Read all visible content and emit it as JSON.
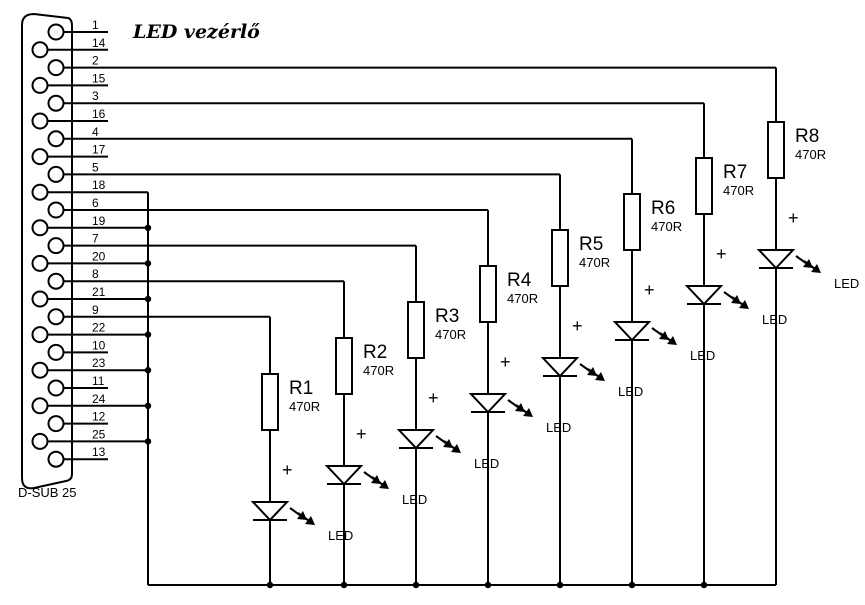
{
  "title": "LED vezérlő",
  "connector": {
    "label": "D-SUB 25",
    "pins": [
      "1",
      "14",
      "2",
      "15",
      "3",
      "16",
      "4",
      "17",
      "5",
      "18",
      "6",
      "19",
      "7",
      "20",
      "8",
      "21",
      "9",
      "22",
      "10",
      "23",
      "11",
      "24",
      "12",
      "25",
      "13"
    ],
    "data_pins": [
      "2",
      "3",
      "4",
      "5",
      "6",
      "7",
      "8",
      "9"
    ],
    "ground_pins": [
      "18",
      "19",
      "20",
      "21",
      "22",
      "23",
      "24",
      "25"
    ]
  },
  "channels": [
    {
      "resistor": "R1",
      "value": "470R",
      "polarity": "+",
      "led": "LED"
    },
    {
      "resistor": "R2",
      "value": "470R",
      "polarity": "+",
      "led": "LED"
    },
    {
      "resistor": "R3",
      "value": "470R",
      "polarity": "+",
      "led": "LED"
    },
    {
      "resistor": "R4",
      "value": "470R",
      "polarity": "+",
      "led": "LED"
    },
    {
      "resistor": "R5",
      "value": "470R",
      "polarity": "+",
      "led": "LED"
    },
    {
      "resistor": "R6",
      "value": "470R",
      "polarity": "+",
      "led": "LED"
    },
    {
      "resistor": "R7",
      "value": "470R",
      "polarity": "+",
      "led": "LED"
    },
    {
      "resistor": "R8",
      "value": "470R",
      "polarity": "+",
      "led": "LED"
    }
  ]
}
